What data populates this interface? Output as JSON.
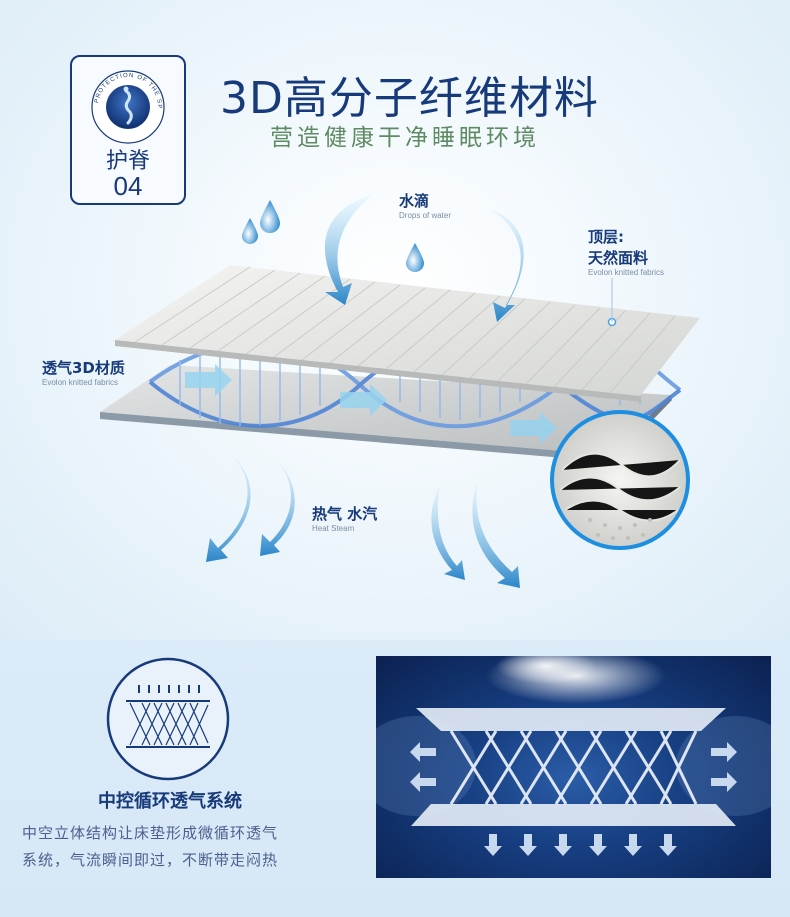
{
  "badge": {
    "ring_text": "PROTECTION OF THE SPINE",
    "name": "护脊",
    "number": "04"
  },
  "header": {
    "title": "3D高分子纤维材料",
    "subtitle": "营造健康干净睡眠环境"
  },
  "labels": {
    "water": {
      "cn": "水滴",
      "en": "Drops of water"
    },
    "top_layer": {
      "cn_line1": "顶层:",
      "cn_line2": "天然面料",
      "en": "Evolon knitted fabrics"
    },
    "breathable": {
      "cn": "透气3D材质",
      "en": "Evolon knitted fabrics"
    },
    "steam": {
      "cn": "热气 水汽",
      "en": "Heat Steam"
    }
  },
  "feature": {
    "title": "中控循环透气系统",
    "description_line1": "中空立体结构让床垫形成微循环透气",
    "description_line2": "系统，气流瞬间即过，不断带走闷热"
  },
  "colors": {
    "navy": "#173a7a",
    "green_subtitle": "#5e8a64",
    "accent_blue": "#4aa3e0",
    "photo_bg": "#173f82"
  }
}
